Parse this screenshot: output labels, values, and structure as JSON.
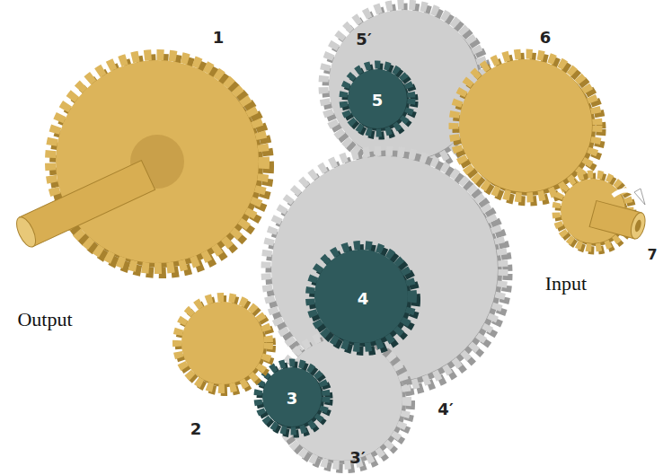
{
  "diagram": {
    "labels": [
      "5′",
      "1",
      "6",
      "5",
      "4",
      "Output",
      "7",
      "Input",
      "2",
      "3",
      "4′",
      "3′"
    ]
  }
}
